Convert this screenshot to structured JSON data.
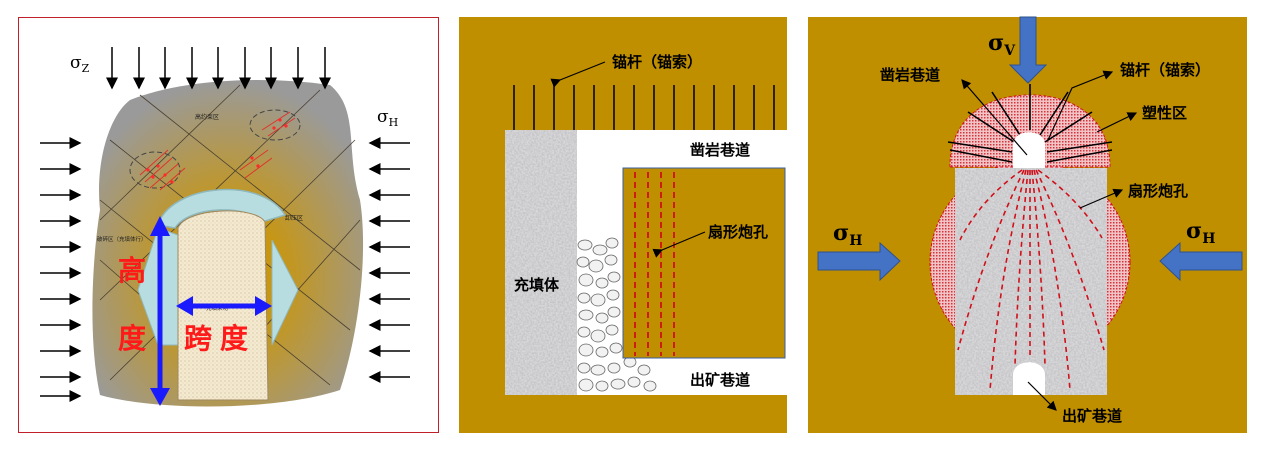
{
  "panel1": {
    "sigma_z": "σ",
    "sigma_z_sub": "Z",
    "sigma_h": "σ",
    "sigma_h_sub": "H",
    "height_label_1": "高",
    "height_label_2": "度",
    "span_label_1": "跨",
    "span_label_2": "度",
    "small_label_top": "高约束区",
    "small_label_left": "破碎区（充填体行）",
    "small_label_right": "卸压区",
    "small_label_stope": "充填采场"
  },
  "panel2": {
    "bolt_label": "锚杆（锚索）",
    "drill_drift_label": "凿岩巷道",
    "fan_hole_label": "扇形炮孔",
    "backfill_label": "充填体",
    "ore_drift_label": "出矿巷道"
  },
  "panel3": {
    "sigma_v": "σ",
    "sigma_v_sub": "V",
    "sigma_h_left": "σ",
    "sigma_h_left_sub": "H",
    "sigma_h_right": "σ",
    "sigma_h_right_sub": "H",
    "drill_drift_label": "凿岩巷道",
    "bolt_label": "锚杆（锚索）",
    "plastic_zone_label": "塑性区",
    "fan_hole_label": "扇形炮孔",
    "ore_drift_label": "出矿巷道"
  },
  "colors": {
    "rock": "#bf8f00",
    "arrow_blue": "#4472c4",
    "plastic": "#e8848a",
    "hole_red": "#d0101a"
  }
}
